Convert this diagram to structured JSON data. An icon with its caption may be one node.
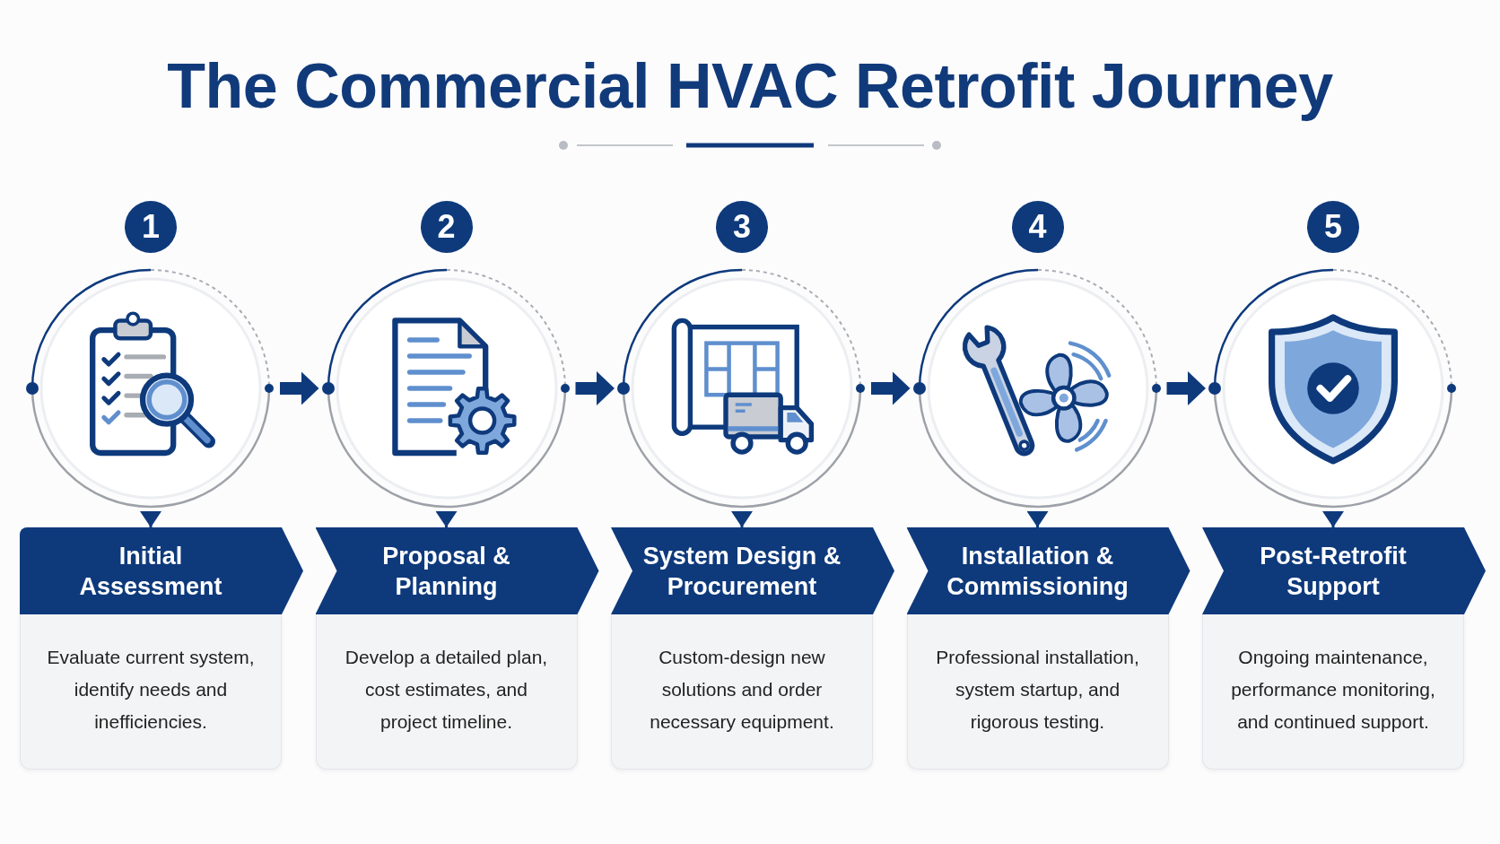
{
  "diagram": {
    "title": "The Commercial HVAC Retrofit Journey",
    "nodes": [
      {
        "text": [
          "1"
        ]
      },
      {
        "text": [],
        "shape": "circle"
      },
      {
        "text": [
          "Initial Assessment",
          "Evaluate current system, identify needs and inefficiencies."
        ]
      },
      {
        "text": [
          "2"
        ]
      },
      {
        "text": [],
        "shape": "circle"
      },
      {
        "text": [
          "Proposal & Planning",
          "Develop a detailed plan, cost estimates, and project timeline."
        ]
      },
      {
        "text": [
          "3"
        ]
      },
      {
        "text": [],
        "shape": "circle"
      },
      {
        "text": [
          "System Design & Procurement",
          "Custom-design new solutions and order necessary equipment."
        ]
      },
      {
        "text": [
          "4"
        ]
      },
      {
        "text": [],
        "shape": "circle"
      },
      {
        "text": [
          "Installation & Commissioning",
          "Professional installation, system startup, and rigorous testing."
        ]
      },
      {
        "text": [
          "5"
        ]
      },
      {
        "text": [],
        "shape": "circle"
      },
      {
        "text": [
          "Post-Retrofit Support",
          "Ongoing maintenance, performance monitoring, and continued support."
        ]
      }
    ],
    "edges": [
      {
        "from": 1,
        "to": 2,
        "arrow": "to"
      },
      {
        "from": 1,
        "to": 4,
        "arrow": "to",
        "style": "thick"
      },
      {
        "from": 4,
        "to": 5,
        "arrow": "to"
      },
      {
        "from": 4,
        "to": 7,
        "arrow": "to",
        "style": "thick"
      },
      {
        "from": 7,
        "to": 8,
        "arrow": "to"
      },
      {
        "from": 7,
        "to": 10,
        "arrow": "to",
        "style": "thick"
      },
      {
        "from": 10,
        "to": 11,
        "arrow": "to"
      },
      {
        "from": 10,
        "to": 13,
        "arrow": "to",
        "style": "thick"
      },
      {
        "from": 13,
        "to": 14,
        "arrow": "to"
      }
    ]
  }
}
